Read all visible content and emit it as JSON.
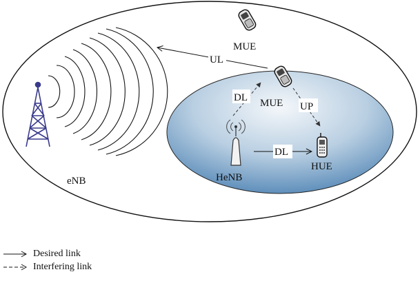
{
  "diagram": {
    "labels": {
      "enb": "eNB",
      "mue_top": "MUE",
      "mue_inner": "MUE",
      "henb": "HeNB",
      "hue": "HUE",
      "ul": "UL",
      "dl_interfering": "DL",
      "up": "UP",
      "dl_desired": "DL"
    }
  },
  "legend": {
    "desired": "Desired link",
    "interfering": "Interfering link"
  },
  "colors": {
    "tower": "#3a3a8c",
    "femtocell_gradient_top": "#eef3f8",
    "femtocell_gradient_bottom": "#6f9bc3",
    "outline": "#111111"
  },
  "icons": [
    "tower-icon",
    "radio-wave-icon",
    "phone-icon",
    "base-station-icon",
    "cellphone-icon"
  ]
}
